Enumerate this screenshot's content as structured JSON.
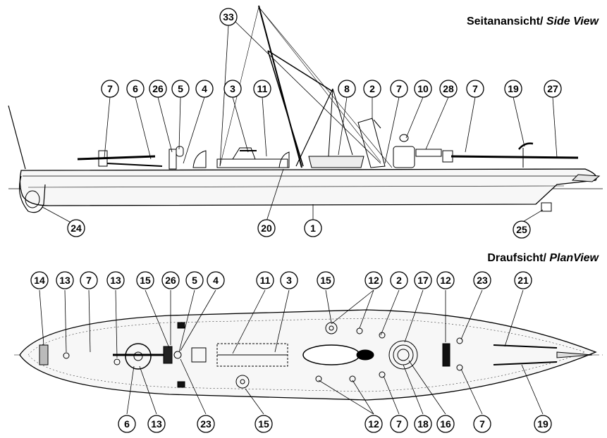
{
  "titles": {
    "side": {
      "main": "Seitanansicht/ ",
      "italic": "Side View"
    },
    "plan": {
      "main": "Draufsicht/ ",
      "italic": "PlanView"
    }
  },
  "side_view_callouts": [
    "33",
    "7",
    "6",
    "26",
    "5",
    "4",
    "3",
    "11",
    "8",
    "2",
    "7",
    "10",
    "28",
    "7",
    "19",
    "27",
    "24",
    "20",
    "1",
    "25"
  ],
  "plan_view_top_callouts": [
    "14",
    "13",
    "7",
    "13",
    "15",
    "26",
    "5",
    "4",
    "11",
    "3",
    "15",
    "12",
    "2",
    "17",
    "12",
    "23",
    "21"
  ],
  "plan_view_bottom_callouts": [
    "6",
    "13",
    "23",
    "15",
    "12",
    "7",
    "18",
    "16",
    "7",
    "19"
  ],
  "colors": {
    "ink": "#000000",
    "hull_fill": "#f2f2f2",
    "paper": "#ffffff"
  }
}
